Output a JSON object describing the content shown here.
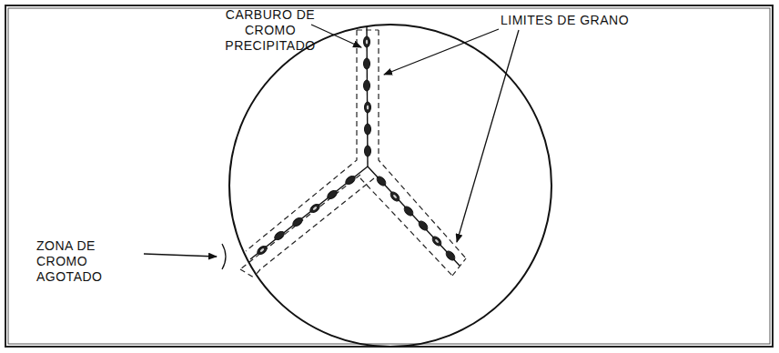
{
  "diagram": {
    "labels": [
      "CARBURO DE CROMO PRECIPITADO",
      "LIMITES DE GRANO",
      "ZONA DE CROMO AGOTADO"
    ]
  }
}
